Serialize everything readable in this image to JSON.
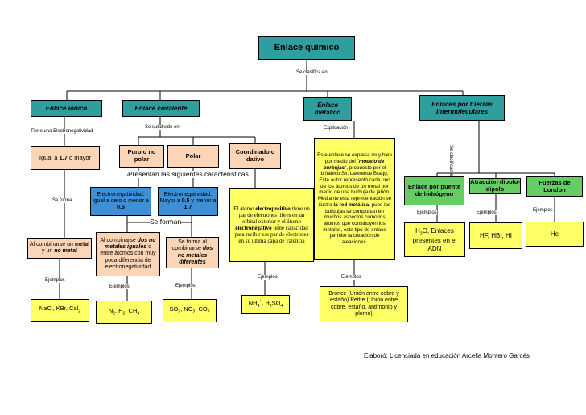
{
  "title": "Enlace químico",
  "se_clasifica": "Se clasifica en:",
  "ionico": {
    "label": "Enlace iónico",
    "tiene": "Tiene una Electronegatividad",
    "igual_pre": "Igual a ",
    "igual_val": "1.7",
    "igual_post": " o mayor",
    "se_forma": "Se forma",
    "combinar_a": "Al combinarse un ",
    "combinar_metal": "metal",
    "combinar_b": " y un ",
    "combinar_nometal": "no metal",
    "ejemplos": "Ejemplos",
    "ejemplo": "NaCl, KBr, Cal2"
  },
  "covalente": {
    "label": "Enlace covalente",
    "se_subdivide": "Se subdivide en:",
    "puro": "Puro o no polar",
    "polar": "Polar",
    "coordinado": "Coordinado o dativo",
    "presentan": "Presentan las siguientes características",
    "se_forman": "Se forman",
    "en_puro_a": "Electronegatividad:",
    "en_puro_b": "igual a cero o menor a",
    "en_puro_val": "0.5",
    "en_polar_a": "Electronegatividad:",
    "en_polar_b1": "Mayor a ",
    "en_polar_val1": "0.5",
    "en_polar_b2": " y menor a",
    "en_polar_val2": "1.7",
    "puro_forma_a": "Al combinarse ",
    "puro_forma_b": "dos no metales iguales",
    "puro_forma_c": " o entre átomos con muy poca diferencia de electronegatividad",
    "polar_forma_a": "Se forma al combinarse ",
    "polar_forma_b": "dos no metales diferentes",
    "coord_text_a": "El átomo ",
    "coord_text_b": "electropositivo",
    "coord_text_c": " tiene un par de electrones libres en un orbital exterior y el átomo ",
    "coord_text_d": "electronegativo",
    "coord_text_e": " tiene capacidad para recibir ese par de electrones en su última capa de valencia",
    "ejemplos": "Ejemplos",
    "ej_puro": "N2, H2, CH4",
    "ej_polar": "SO3, NO2, CO2",
    "ej_coord": "NH4+, H2SO4"
  },
  "metalico": {
    "label": "Enlace metálico",
    "explicacion": "Explicación",
    "text_a": "Este enlace se expresa muy bien por medio del \"",
    "text_b": "modelo de burbujas",
    "text_c": "\", propuesto por el británico Sir. Lawrence Bragg. Este autor representó cada uno de los átomos de un metal por medio de una burbuja de jabón. Mediante esta representación se ilustra ",
    "text_d": "la red metálica",
    "text_e": ", pues las burbujas se comportan en muchos aspectos como los átomos que constituyen los metales, este tipo de enlace permite la creación de aleaciones.",
    "ejemplos": "Ejemplos",
    "ejemplo": "Bronce (Unión entre cobre y estaño) Peltre (Unión entre cobre, estaño, antimonio y plomo)"
  },
  "intermoleculares": {
    "label": "Enlaces por fuerzas intermoleculares",
    "se_clasifican": "Se clasifican en:",
    "puente": "Enlace por puente de hidrógeno",
    "dipolo": "Atracción dipolo-dipolo",
    "london": "Fuerzas de London",
    "ejemplos": "Ejemplos",
    "ej_puente": "H2O, Enlaces presentes en el ADN",
    "ej_dipolo": "HF, HBr, HI",
    "ej_london": "He"
  },
  "footer": "Elaboró: Licenciada en educación Arcelia Montero Garcés",
  "colors": {
    "teal": "#2e9e9e",
    "yellow": "#ffff66",
    "peach": "#fbd5b5",
    "blue": "#3d8fd6",
    "green": "#66cc66"
  }
}
